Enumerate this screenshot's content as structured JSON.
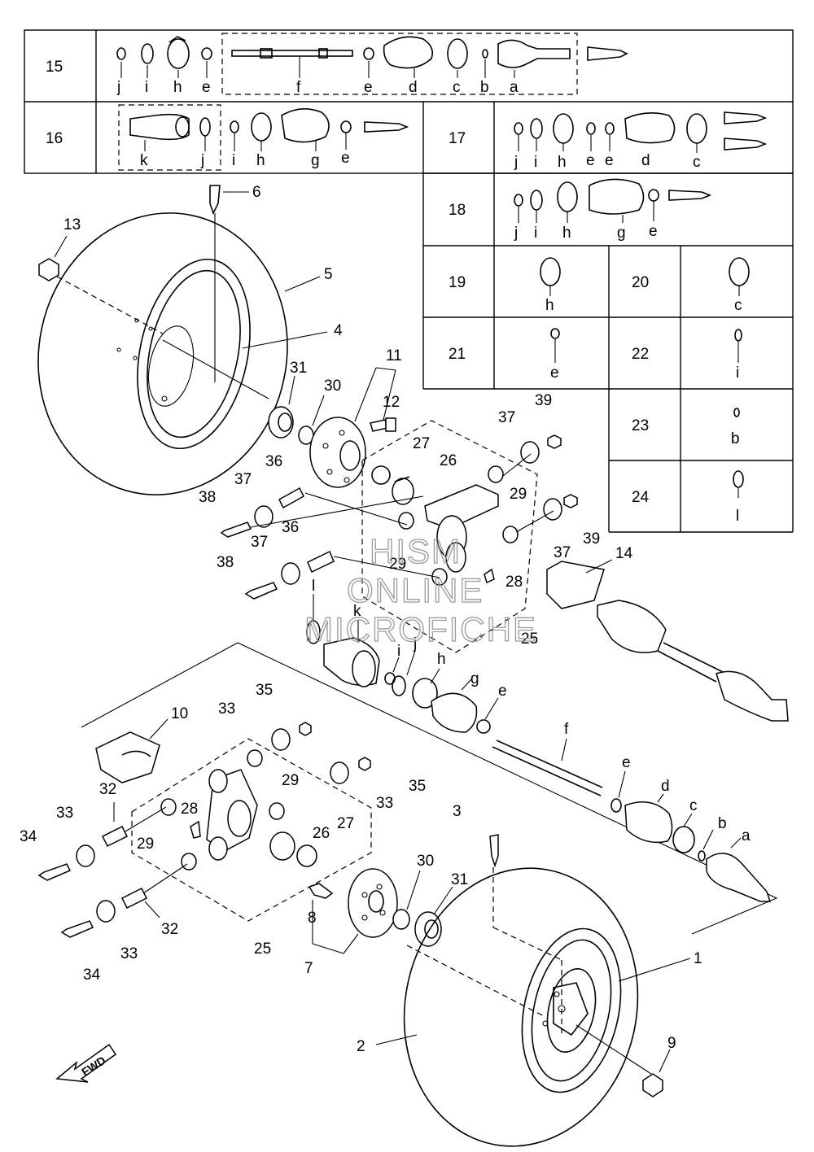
{
  "kit_table": {
    "rows": [
      {
        "id": "15",
        "letters": [
          "j",
          "i",
          "h",
          "e",
          "f",
          "e",
          "d",
          "c",
          "b",
          "a"
        ]
      },
      {
        "id": "16",
        "letters": [
          "k",
          "j",
          "i",
          "h",
          "g",
          "e"
        ]
      },
      {
        "id": "17",
        "letters": [
          "j",
          "i",
          "h",
          "e",
          "e",
          "d",
          "c"
        ]
      },
      {
        "id": "18",
        "letters": [
          "j",
          "i",
          "h",
          "g",
          "e"
        ]
      },
      {
        "id": "19",
        "letters": [
          "h"
        ]
      },
      {
        "id": "20",
        "letters": [
          "c"
        ]
      },
      {
        "id": "21",
        "letters": [
          "e"
        ]
      },
      {
        "id": "22",
        "letters": [
          "i"
        ]
      },
      {
        "id": "23",
        "letters": [
          "b"
        ]
      },
      {
        "id": "24",
        "letters": [
          "l"
        ]
      }
    ]
  },
  "callouts": {
    "upper": [
      "13",
      "6",
      "5",
      "4",
      "31",
      "30",
      "11",
      "12",
      "27",
      "26",
      "36",
      "37",
      "38",
      "36",
      "37",
      "38",
      "29",
      "29",
      "28",
      "25",
      "39",
      "37",
      "37",
      "39",
      "14",
      "l",
      "k",
      "j",
      "i",
      "h",
      "g",
      "e"
    ],
    "lower": [
      "35",
      "33",
      "10",
      "32",
      "33",
      "34",
      "28",
      "29",
      "29",
      "26",
      "27",
      "33",
      "35",
      "3",
      "f",
      "e",
      "d",
      "c",
      "b",
      "a",
      "30",
      "31",
      "8",
      "7",
      "25",
      "32",
      "33",
      "34",
      "1",
      "2",
      "9"
    ]
  },
  "watermark": {
    "line1": "HISM",
    "line2": "ONLINE",
    "line3": "MICROFICHE"
  },
  "fwd_label": "FWD"
}
